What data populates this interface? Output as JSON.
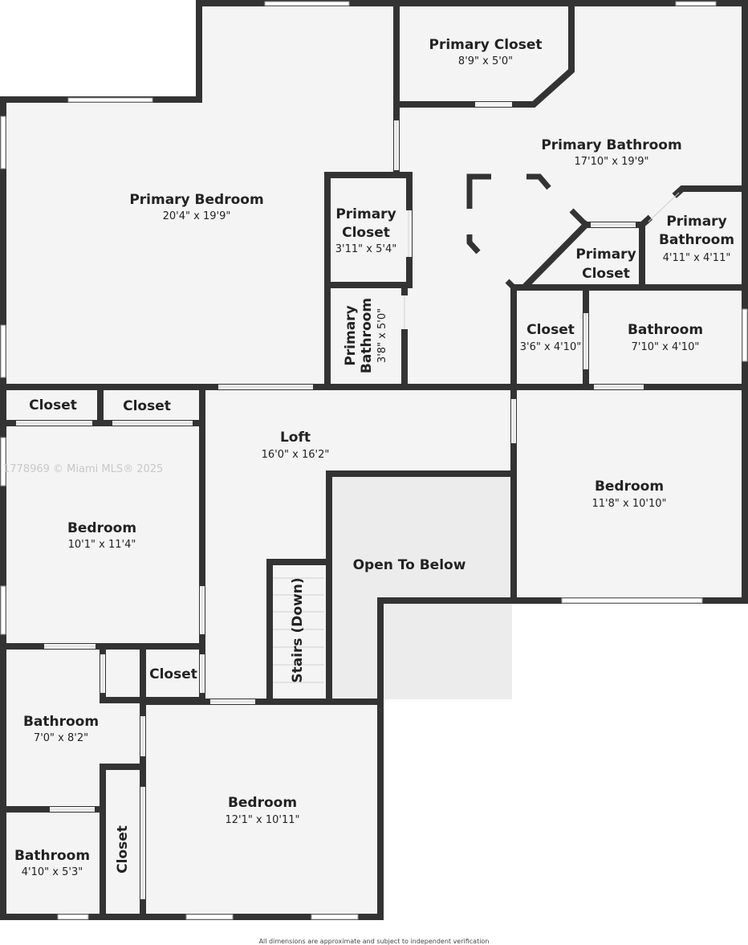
{
  "rooms": {
    "primary_bedroom": {
      "name": "Primary Bedroom",
      "dims": "20'4\" x 19'9\""
    },
    "primary_closet_top": {
      "name": "Primary Closet",
      "dims": "8'9\" x 5'0\""
    },
    "primary_bathroom_main": {
      "name": "Primary Bathroom",
      "dims": "17'10\" x 19'9\""
    },
    "primary_closet_small": {
      "name_line1": "Primary",
      "name_line2": "Closet",
      "dims": "3'11\" x 5'4\""
    },
    "primary_bathroom_small": {
      "name_line1": "Primary",
      "name_line2": "Bathroom",
      "dims": "4'11\" x 4'11\""
    },
    "primary_closet_mid": {
      "name_line1": "Primary",
      "name_line2": "Closet"
    },
    "primary_bathroom_vertical": {
      "name_line1": "Primary",
      "name_line2": "Bathroom",
      "dims": "3'8\" x 5'0\""
    },
    "closet_right": {
      "name": "Closet",
      "dims": "3'6\" x 4'10\""
    },
    "bathroom_right": {
      "name": "Bathroom",
      "dims": "7'10\" x 4'10\""
    },
    "closet_left_a": {
      "name": "Closet"
    },
    "closet_left_b": {
      "name": "Closet"
    },
    "loft": {
      "name": "Loft",
      "dims": "16'0\" x 16'2\""
    },
    "bedroom_right": {
      "name": "Bedroom",
      "dims": "11'8\" x 10'10\""
    },
    "bedroom_left": {
      "name": "Bedroom",
      "dims": "10'1\" x 11'4\""
    },
    "open_to_below": {
      "name": "Open To Below"
    },
    "stairs": {
      "name": "Stairs (Down)"
    },
    "closet_mid": {
      "name": "Closet"
    },
    "bathroom_left": {
      "name": "Bathroom",
      "dims": "7'0\" x 8'2\""
    },
    "bedroom_bottom": {
      "name": "Bedroom",
      "dims": "12'1\" x 10'11\""
    },
    "bathroom_bottom_left": {
      "name": "Bathroom",
      "dims": "4'10\" x 5'3\""
    },
    "closet_vertical": {
      "name": "Closet"
    }
  },
  "watermark": "1778969 © Miami MLS® 2025",
  "disclaimer": "All dimensions are approximate and subject to independent verification",
  "colors": {
    "wall": "#333333",
    "floor": "#f4f4f4",
    "open_area": "#ececec",
    "window": "#ffffff"
  }
}
